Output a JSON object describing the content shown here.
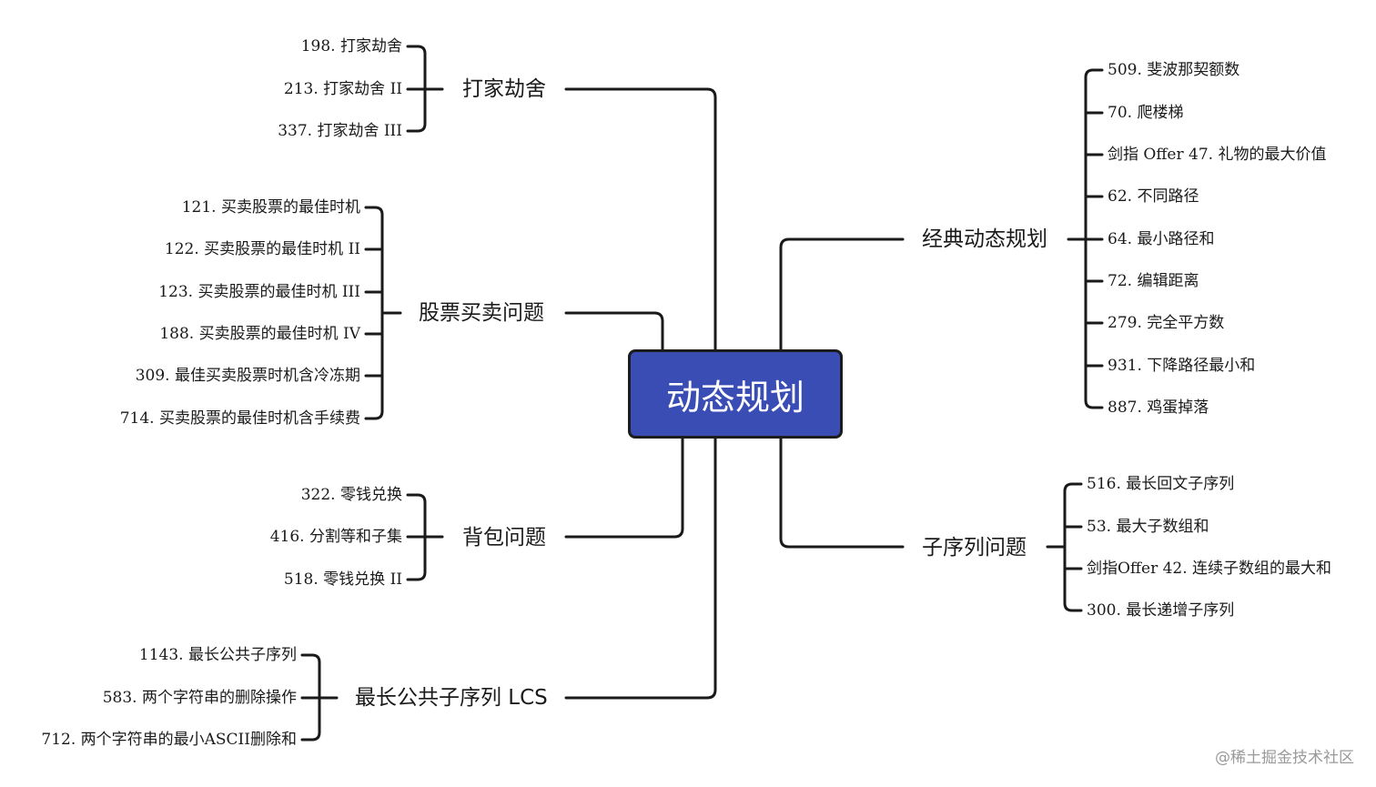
{
  "center": {
    "label": "动态规划"
  },
  "branches": {
    "house_robber": {
      "label": "打家劫舍",
      "items": [
        "198. 打家劫舍",
        "213. 打家劫舍 II",
        "337. 打家劫舍 III"
      ]
    },
    "stock": {
      "label": "股票买卖问题",
      "items": [
        "121. 买卖股票的最佳时机",
        "122. 买卖股票的最佳时机 II",
        "123. 买卖股票的最佳时机 III",
        "188. 买卖股票的最佳时机 IV",
        "309. 最佳买卖股票时机含冷冻期",
        "714. 买卖股票的最佳时机含手续费"
      ]
    },
    "knapsack": {
      "label": "背包问题",
      "items": [
        "322. 零钱兑换",
        "416. 分割等和子集",
        "518. 零钱兑换 II"
      ]
    },
    "lcs": {
      "label": "最长公共子序列 LCS",
      "items": [
        "1143. 最长公共子序列",
        "583. 两个字符串的删除操作",
        "712. 两个字符串的最小ASCII删除和"
      ]
    },
    "classic": {
      "label": "经典动态规划",
      "items": [
        "509. 斐波那契额数",
        "70. 爬楼梯",
        "剑指 Offer 47. 礼物的最大价值",
        "62. 不同路径",
        "64. 最小路径和",
        "72. 编辑距离",
        "279. 完全平方数",
        "931. 下降路径最小和",
        "887. 鸡蛋掉落"
      ]
    },
    "subsequence": {
      "label": "子序列问题",
      "items": [
        "516. 最长回文子序列",
        "53. 最大子数组和",
        "剑指Offer 42. 连续子数组的最大和",
        "300. 最长递增子序列"
      ]
    }
  },
  "watermark": "@稀土掘金技术社区",
  "colors": {
    "center_fill": "#3a4db5",
    "line": "#1a1a1a",
    "text": "#1a1a1a"
  }
}
